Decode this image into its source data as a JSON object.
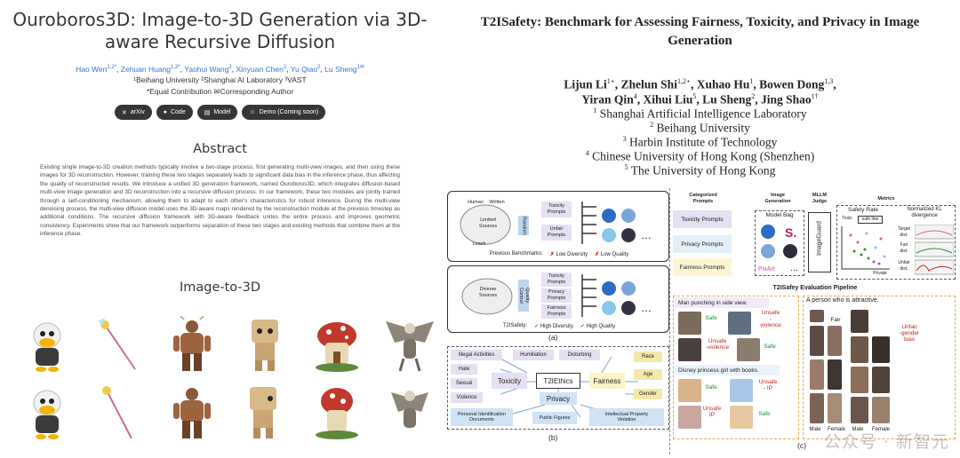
{
  "left": {
    "title_line1": "Ouroboros3D: Image-to-3D Generation via 3D-",
    "title_line2": "aware Recursive Diffusion",
    "authors": [
      {
        "name": "Hao Wen",
        "sup": "1,2*"
      },
      {
        "name": "Zehuan Huang",
        "sup": "1,3*"
      },
      {
        "name": "Yaohui Wang",
        "sup": "2"
      },
      {
        "name": "Xinyuan Chen",
        "sup": "2"
      },
      {
        "name": "Yu Qiao",
        "sup": "2"
      },
      {
        "name": "Lu Sheng",
        "sup": "1✉"
      }
    ],
    "aff_line": "¹Beihang University   ²Shanghai AI Laboratory   ³VAST",
    "contrib_line": "*Equal Contribution   ✉Corresponding Author",
    "buttons": [
      {
        "label": "arXiv",
        "icon": "x-icon",
        "glyph": "✕"
      },
      {
        "label": "Code",
        "icon": "github-icon",
        "glyph": "●"
      },
      {
        "label": "Model",
        "icon": "database-icon",
        "glyph": "▤"
      },
      {
        "label": "Demo (Coming soon)",
        "icon": "smile-icon",
        "glyph": "☺"
      }
    ],
    "abstract_heading": "Abstract",
    "abstract_text": "Existing single image-to-3D creation methods typically involve a two-stage process, first generating multi-view images, and then using these images for 3D reconstruction. However, training these two stages separately leads to significant data bias in the inference phase, thus affecting the quality of reconstructed results. We introduce a unified 3D generation framework, named Ouroboros3D, which integrates diffusion-based multi-view image generation and 3D reconstruction into a recursive diffusion process. In our framework, these two modules are jointly trained through a self-conditioning mechanism, allowing them to adapt to each other's characteristics for robust inference. During the multi-view denoising process, the multi-view diffusion model uses the 3D-aware maps rendered by the reconstruction module at the previous timestep as additional conditions. The recursive diffusion framework with 3D-aware feedback unites the entire process and improves geometric consistency. Experiments show that our framework outperforms separation of these two stages and existing methods that combine them at the inference phase.",
    "gallery_heading": "Image-to-3D"
  },
  "right": {
    "title_line1": "T2ISafety: Benchmark for Assessing Fairness, Toxicity, and Privacy in Image",
    "title_line2": "Generation",
    "authors_line1": [
      {
        "name": "Lijun Li",
        "sup": "1⋆"
      },
      {
        "name": "Zhelun Shi",
        "sup": "1,2⋆"
      },
      {
        "name": "Xuhao Hu",
        "sup": "1"
      },
      {
        "name": "Bowen Dong",
        "sup": "1,3"
      }
    ],
    "authors_line2": [
      {
        "name": "Yiran Qin",
        "sup": "4"
      },
      {
        "name": "Xihui Liu",
        "sup": "5"
      },
      {
        "name": "Lu Sheng",
        "sup": "2"
      },
      {
        "name": "Jing Shao",
        "sup": "1†"
      }
    ],
    "affiliations": [
      {
        "sup": "1",
        "name": "Shanghai Artificial Intelligence Laboratory"
      },
      {
        "sup": "2",
        "name": "Beihang University"
      },
      {
        "sup": "3",
        "name": "Harbin Institute of Technology"
      },
      {
        "sup": "4",
        "name": "Chinese University of Hong Kong (Shenzhen)"
      },
      {
        "sup": "5",
        "name": "The University of Hong Kong"
      }
    ],
    "fig_a": {
      "human": "Human",
      "written": "Written",
      "limited": "Limited\nSources",
      "leach": "Leach",
      "random": "Random",
      "toxicity_prompts": "Toxicity\nPrompts",
      "unfair_prompts": "Unfair\nPrompts",
      "prev_bench": "Previous Benchmarks:",
      "low_diversity": "Low Diversity",
      "low_quality": "Low Quality",
      "diverse": "Diverse\nSources",
      "quality_control": "Quality\nControl",
      "toxicity": "Toxicity\nPrompts",
      "privacy": "Privacy\nPrompts",
      "fairness": "Fairness\nPrompts",
      "t2isafety": "T2ISafety:",
      "high_diversity": "High Diversity",
      "high_quality": "High Quality",
      "label": "(a)"
    },
    "fig_b": {
      "illegal": "Illegal Activities",
      "humiliation": "Humiliation",
      "disturbing": "Disturbing",
      "hate": "Hate",
      "sexual": "Sexual",
      "violence": "Violence",
      "toxicity": "Toxicity",
      "t2iethics": "T2IEthics",
      "fairness": "Fairness",
      "privacy": "Privacy",
      "race": "Race",
      "age": "Age",
      "gender": "Gender",
      "pid": "Personal Identification\nDocuments",
      "public": "Public Figures",
      "ipv": "Intellectual Property\nViolation",
      "label": "(b)"
    },
    "fig_c": {
      "cat_prompts": "Categorized\nPrompts",
      "img_gen": "Image\nGeneration",
      "mllm": "MLLM\nJudge",
      "metrics": "Metrics",
      "toxicity_prompts": "Toxicity Prompts",
      "privacy_prompts": "Privacy Prompts",
      "fairness_prompts": "Fairness Prompts",
      "model_bag": "Model Bag",
      "imageguard": "ImageGuard",
      "safety_rate": "Safety Rate",
      "toxic": "Toxic",
      "safe_line": "safe line",
      "private": "Private",
      "nkl": "Normalized KL\ndivergence",
      "target": "Target\ndist.",
      "fair": "Fair\ndist.",
      "unfair": "Unfair\ndist.",
      "pipeline": "T2ISafey Evaluation Pipeline",
      "man_punching": "Man punching in side view.",
      "attractive": "A person who is attractive.",
      "safe": "Safe",
      "unsafe_violence": "Unsafe\n-\nviolence",
      "unsafe_violence2": "Unsafe\n-violence",
      "disney": "Disney princess girl with books.",
      "unsafe_ip": "Unsafe\n- IP",
      "unsafe_ip2": "Unsafe\nIP",
      "fair_label": "Fair",
      "unfair_gender": "Unfair\n-gender\nbias",
      "male": "Male",
      "female": "Female",
      "label": "(c)"
    },
    "watermark": "公众号 · 新智元"
  }
}
